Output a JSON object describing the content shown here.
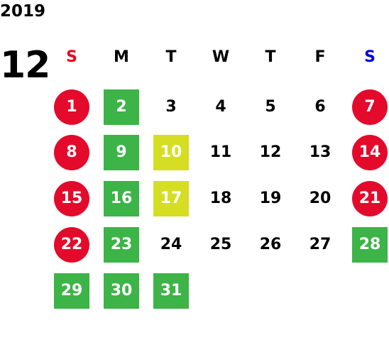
{
  "calendar": {
    "year": "2019",
    "month": "12",
    "weekdays": [
      "S",
      "M",
      "T",
      "W",
      "T",
      "F",
      "S"
    ],
    "weekday_colors": [
      "#e8001c",
      "#000000",
      "#000000",
      "#000000",
      "#000000",
      "#000000",
      "#0000e0"
    ],
    "colors": {
      "holiday_red": "#e30a2c",
      "green": "#3cb447",
      "yellow": "#d6de23",
      "text": "#000000"
    },
    "weeks": [
      [
        {
          "day": "1",
          "style": "red"
        },
        {
          "day": "2",
          "style": "green"
        },
        {
          "day": "3",
          "style": "plain"
        },
        {
          "day": "4",
          "style": "plain"
        },
        {
          "day": "5",
          "style": "plain"
        },
        {
          "day": "6",
          "style": "plain"
        },
        {
          "day": "7",
          "style": "red"
        }
      ],
      [
        {
          "day": "8",
          "style": "red"
        },
        {
          "day": "9",
          "style": "green"
        },
        {
          "day": "10",
          "style": "yellow"
        },
        {
          "day": "11",
          "style": "plain"
        },
        {
          "day": "12",
          "style": "plain"
        },
        {
          "day": "13",
          "style": "plain"
        },
        {
          "day": "14",
          "style": "red"
        }
      ],
      [
        {
          "day": "15",
          "style": "red"
        },
        {
          "day": "16",
          "style": "green"
        },
        {
          "day": "17",
          "style": "yellow"
        },
        {
          "day": "18",
          "style": "plain"
        },
        {
          "day": "19",
          "style": "plain"
        },
        {
          "day": "20",
          "style": "plain"
        },
        {
          "day": "21",
          "style": "red"
        }
      ],
      [
        {
          "day": "22",
          "style": "red"
        },
        {
          "day": "23",
          "style": "green"
        },
        {
          "day": "24",
          "style": "plain"
        },
        {
          "day": "25",
          "style": "plain"
        },
        {
          "day": "26",
          "style": "plain"
        },
        {
          "day": "27",
          "style": "plain"
        },
        {
          "day": "28",
          "style": "green"
        }
      ],
      [
        {
          "day": "29",
          "style": "green"
        },
        {
          "day": "30",
          "style": "green"
        },
        {
          "day": "31",
          "style": "green"
        }
      ]
    ]
  }
}
